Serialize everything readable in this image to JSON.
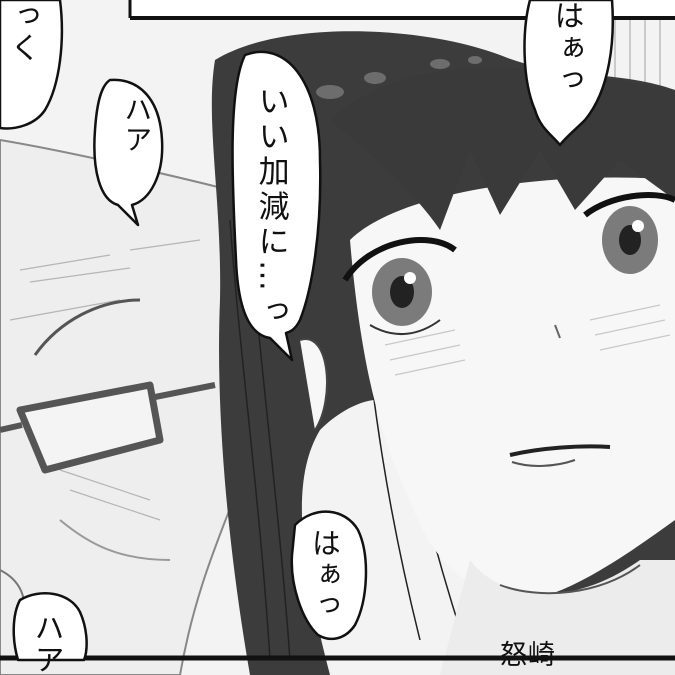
{
  "panel": {
    "bubbles": [
      {
        "id": "haa-top",
        "text": "はぁっ"
      },
      {
        "id": "iikagen",
        "text": "いい加減に…っ"
      },
      {
        "id": "haa-left",
        "text": "ハア"
      },
      {
        "id": "kku",
        "text": "っく"
      },
      {
        "id": "haa-bottom",
        "text": "はぁっ"
      },
      {
        "id": "haa-bottom-left",
        "text": "ハア"
      }
    ],
    "caption": "怒崎"
  },
  "icons": {
    "girl": "anime-girl-illustration",
    "man": "man-with-glasses-illustration"
  }
}
